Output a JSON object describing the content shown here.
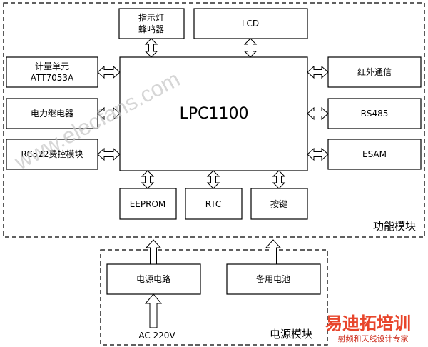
{
  "modules": {
    "function_module_label": "功能模块",
    "power_module_label": "电源模块"
  },
  "mcu": {
    "label": "LPC1100"
  },
  "blocks": {
    "indicator": [
      "指示灯",
      "蜂鸣器"
    ],
    "lcd": "LCD",
    "metering": [
      "计量单元",
      "ATT7053A"
    ],
    "relay": "电力继电器",
    "rc522": "RC522费控模块",
    "infrared": "红外通信",
    "rs485": "RS485",
    "esam": "ESAM",
    "eeprom": "EEPROM",
    "rtc": "RTC",
    "keys": "按键",
    "power_circuit": "电源电路",
    "backup_battery": "备用电池"
  },
  "input": {
    "label": "AC  220V"
  },
  "watermark": {
    "text": "www.elecfans.com"
  },
  "logo": {
    "main": "易迪拓培训",
    "sub": "射频和天线设计专家"
  },
  "colors": {
    "line": "#000000",
    "watermark": "#c9c9c9",
    "logo": "#e8462c"
  }
}
